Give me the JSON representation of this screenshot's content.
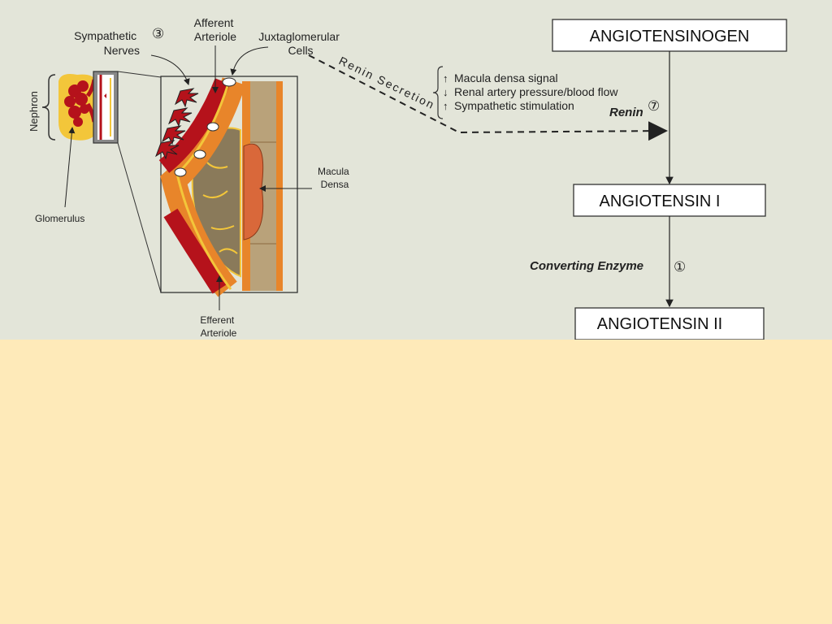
{
  "diagram": {
    "labels": {
      "sympathetic_nerves": [
        "Sympathetic",
        "Nerves"
      ],
      "sympathetic_number": "③",
      "afferent_arteriole": [
        "Afferent",
        "Arteriole"
      ],
      "juxtaglomerular_cells": [
        "Juxtaglomerular",
        "Cells"
      ],
      "nephron": "Nephron",
      "glomerulus": "Glomerulus",
      "macula_densa": [
        "Macula",
        "Densa"
      ],
      "efferent_arteriole": [
        "Efferent",
        "Arteriole"
      ],
      "renin_secretion": "Renin Secretion"
    },
    "stimuli": [
      {
        "arrow": "↑",
        "text": "Macula densa signal"
      },
      {
        "arrow": "↓",
        "text": "Renal artery pressure/blood flow"
      },
      {
        "arrow": "↑",
        "text": "Sympathetic stimulation"
      }
    ],
    "renin": {
      "label": "Renin",
      "number": "⑦"
    },
    "cascade": {
      "boxes": [
        "ANGIOTENSINOGEN",
        "ANGIOTENSIN I",
        "ANGIOTENSIN II"
      ],
      "enzyme_label": "Converting Enzyme",
      "enzyme_number": "①"
    },
    "colors": {
      "figure_bg": "#e3e5d9",
      "page_bg": "#feeab9",
      "vessel_red": "#b5121b",
      "vessel_orange": "#e8852a",
      "tubule_tan": "#b9a27a",
      "cell_brown": "#8a7a5a",
      "yellow": "#f3c63a"
    }
  }
}
